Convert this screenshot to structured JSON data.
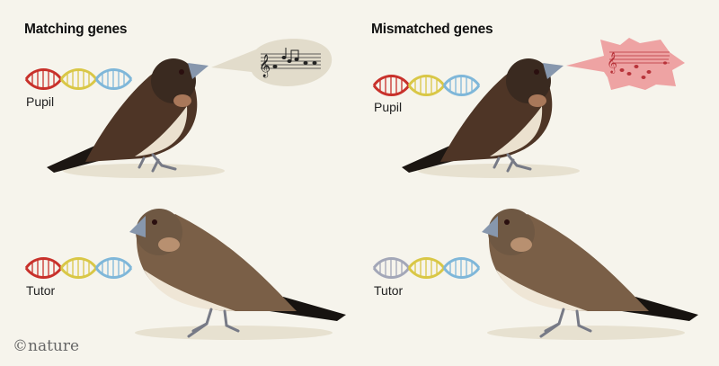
{
  "panels": [
    {
      "title": "Matching genes",
      "pupil_label": "Pupil",
      "tutor_label": "Tutor",
      "pupil_dna_colors": [
        "#c8312b",
        "#d9c746",
        "#7fb7d9"
      ],
      "tutor_dna_colors": [
        "#c8312b",
        "#d9c746",
        "#7fb7d9"
      ],
      "song": "normal"
    },
    {
      "title": "Mismatched genes",
      "pupil_label": "Pupil",
      "tutor_label": "Tutor",
      "pupil_dna_colors": [
        "#c8312b",
        "#d9c746",
        "#7fb7d9"
      ],
      "tutor_dna_colors": [
        "#a3a7b8",
        "#d9c746",
        "#7fb7d9"
      ],
      "song": "distorted"
    }
  ],
  "credit": "©nature",
  "colors": {
    "background": "#f6f4ec",
    "bubble_normal": "#e2dccb",
    "bubble_distorted": "#eea3a3"
  }
}
